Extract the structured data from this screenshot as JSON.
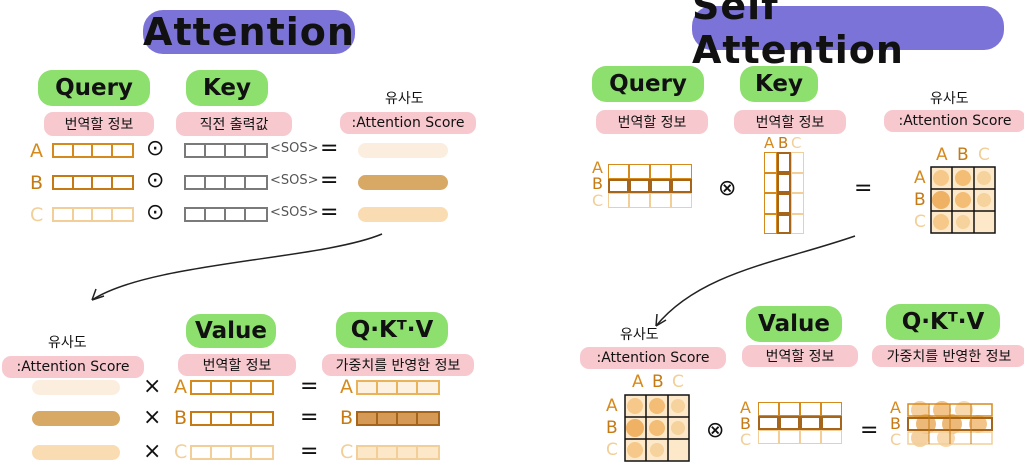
{
  "left": {
    "title": "Attention",
    "query": "Query",
    "key": "Key",
    "query_desc": "번역할 정보",
    "key_desc": "직전 출력값",
    "score_korean": "유사도",
    "score_label": ":Attention Score",
    "rows": [
      "A",
      "B",
      "C"
    ],
    "dot_op": "⊙",
    "sos": "<SOS>",
    "eq": "=",
    "bottom": {
      "score_korean": "유사도",
      "score_label": ":Attention Score",
      "value": "Value",
      "value_desc": "번역할 정보",
      "qkv": "Q·Kᵀ·V",
      "qkv_desc": "가중치를 반영한 정보",
      "times": "×",
      "eq": "="
    }
  },
  "right": {
    "title": "Self Attention",
    "query": "Query",
    "key": "Key",
    "query_desc": "번역할 정보",
    "key_desc": "번역할 정보",
    "score_korean": "유사도",
    "score_label": ":Attention Score",
    "rows": [
      "A",
      "B",
      "C"
    ],
    "cols": [
      "A",
      "B",
      "C"
    ],
    "otimes": "⊗",
    "eq": "=",
    "bottom": {
      "score_korean": "유사도",
      "score_label": ":Attention Score",
      "value": "Value",
      "value_desc": "번역할 정보",
      "qkv": "Q·Kᵀ·V",
      "qkv_desc": "가중치를 반영한 정보",
      "otimes": "⊗",
      "eq": "="
    }
  },
  "colors": {
    "title_bg": "#7b73d8",
    "label_bg": "#8de06e",
    "desc_bg": "#f7c9cf",
    "a_orange": "#d58a1e",
    "b_orange": "#c57a14",
    "c_light": "#f2cf98",
    "gray": "#7a7a7a"
  }
}
